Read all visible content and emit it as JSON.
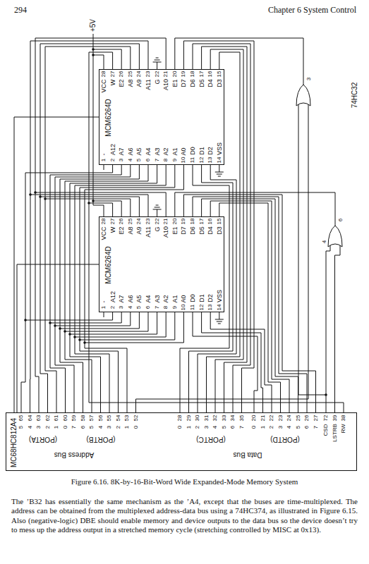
{
  "diagram": {
    "caption": "Figure 6.16. 8K-by-16-Bit-Word Wide Expanded-Mode Memory System",
    "nodes": [
      {
        "text": [
          "MCM6264D"
        ]
      },
      {
        "text": [
          "MCM6264D"
        ]
      },
      {
        "text": [
          "MC68HC812A4"
        ]
      }
    ],
    "edges": [
      {
        "from": 2,
        "to": 0,
        "arrow": "none"
      },
      {
        "from": 2,
        "to": 1,
        "arrow": "none"
      }
    ],
    "labels": [
      "294",
      "Chapter 6 System Control",
      "+5V",
      "74HC32",
      "3",
      "6",
      "4",
      "1",
      "2",
      "3",
      "4",
      "5",
      "6",
      "7",
      "8",
      "9",
      "10",
      "11",
      "12",
      "13",
      "14",
      "15",
      "16",
      "17",
      "18",
      "19",
      "20",
      "21",
      "22",
      "23",
      "24",
      "25",
      "26",
      "27",
      "28",
      "-",
      "A12",
      "A7",
      "A6",
      "A5",
      "A4",
      "A3",
      "A2",
      "A1",
      "A0",
      "D0",
      "D1",
      "D2",
      "VSS",
      "D3",
      "D4",
      "D5",
      "D6",
      "D7",
      "E1",
      "A10",
      "G",
      "A11",
      "A9",
      "A8",
      "E2",
      "W",
      "VCC",
      "1",
      "2",
      "3",
      "4",
      "5",
      "6",
      "7",
      "8",
      "9",
      "10",
      "11",
      "12",
      "13",
      "14",
      "15",
      "16",
      "17",
      "18",
      "19",
      "20",
      "21",
      "22",
      "23",
      "24",
      "25",
      "26",
      "27",
      "28",
      "-",
      "A12",
      "A7",
      "A6",
      "A5",
      "A4",
      "A3",
      "A2",
      "A1",
      "A0",
      "D0",
      "D1",
      "D2",
      "VSS",
      "D3",
      "D4",
      "D5",
      "D6",
      "D7",
      "E1",
      "A10",
      "G",
      "A11",
      "A9",
      "A8",
      "E2",
      "W",
      "VCC",
      "65",
      "64",
      "63",
      "62",
      "61",
      "60",
      "59",
      "58",
      "57",
      "56",
      "55",
      "54",
      "53",
      "52",
      "28",
      "29",
      "30",
      "31",
      "32",
      "33",
      "34",
      "35",
      "20",
      "21",
      "22",
      "23",
      "24",
      "25",
      "26",
      "27",
      "72",
      "39",
      "38",
      "5",
      "4",
      "3",
      "2",
      "1",
      "0",
      "7",
      "6",
      "5",
      "4",
      "3",
      "2",
      "1",
      "0",
      "0",
      "1",
      "2",
      "3",
      "4",
      "5",
      "6",
      "7",
      "0",
      "1",
      "2",
      "3",
      "4",
      "5",
      "6",
      "7",
      "CSD",
      "LSTRB",
      "RW",
      "(PORTA)",
      "(PORTB)",
      "Address Bus",
      "(PORTC)",
      "(PORTD)",
      "Data Bus",
      "The ’B32 has essentially the same mechanism as the ’A4, except that the buses are time-multiplexed. The address can be obtained from the multiplexed address-data bus using a 74HC374, as illustrated in Figure 6.15. Also (negative-logic) DBE should enable memory and device outputs to the data bus so the device doesn’t try to mess up the address output in a stretched memory cycle (stretching controlled by MISC at 0x13)."
    ]
  }
}
